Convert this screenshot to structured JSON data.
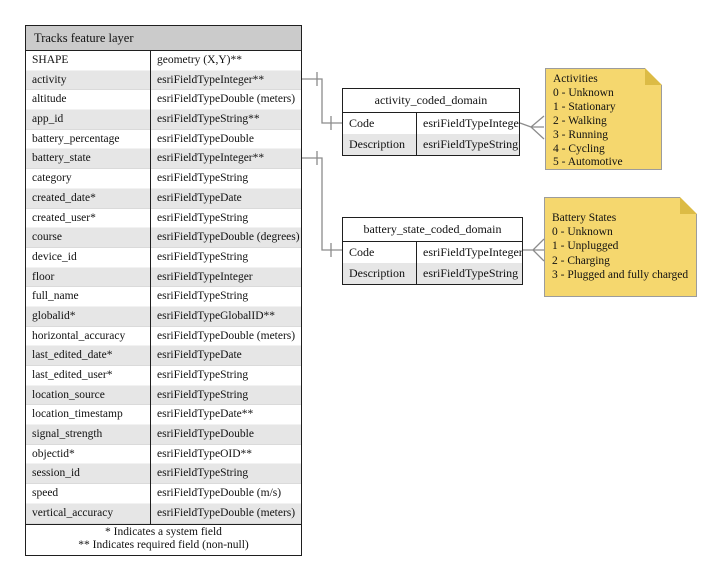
{
  "diagram": {
    "main_table": {
      "title": "Tracks feature layer",
      "rows": [
        {
          "field": "SHAPE",
          "type": "geometry (X,Y)**"
        },
        {
          "field": "activity",
          "type": "esriFieldTypeInteger**"
        },
        {
          "field": "altitude",
          "type": "esriFieldTypeDouble (meters)"
        },
        {
          "field": "app_id",
          "type": "esriFieldTypeString**"
        },
        {
          "field": "battery_percentage",
          "type": "esriFieldTypeDouble"
        },
        {
          "field": "battery_state",
          "type": "esriFieldTypeInteger**"
        },
        {
          "field": "category",
          "type": "esriFieldTypeString"
        },
        {
          "field": "created_date*",
          "type": "esriFieldTypeDate"
        },
        {
          "field": "created_user*",
          "type": "esriFieldTypeString"
        },
        {
          "field": "course",
          "type": "esriFieldTypeDouble (degrees)"
        },
        {
          "field": "device_id",
          "type": "esriFieldTypeString"
        },
        {
          "field": "floor",
          "type": "esriFieldTypeInteger"
        },
        {
          "field": "full_name",
          "type": "esriFieldTypeString"
        },
        {
          "field": "globalid*",
          "type": "esriFieldTypeGlobalID**"
        },
        {
          "field": "horizontal_accuracy",
          "type": "esriFieldTypeDouble (meters)"
        },
        {
          "field": "last_edited_date*",
          "type": "esriFieldTypeDate"
        },
        {
          "field": "last_edited_user*",
          "type": "esriFieldTypeString"
        },
        {
          "field": "location_source",
          "type": "esriFieldTypeString"
        },
        {
          "field": "location_timestamp",
          "type": "esriFieldTypeDate**"
        },
        {
          "field": "signal_strength",
          "type": "esriFieldTypeDouble"
        },
        {
          "field": "objectid*",
          "type": "esriFieldTypeOID**"
        },
        {
          "field": "session_id",
          "type": "esriFieldTypeString"
        },
        {
          "field": "speed",
          "type": "esriFieldTypeDouble (m/s)"
        },
        {
          "field": "vertical_accuracy",
          "type": "esriFieldTypeDouble (meters)"
        }
      ],
      "footnotes": [
        "* Indicates a system field",
        "** Indicates required field (non-null)"
      ]
    },
    "activity_domain": {
      "title": "activity_coded_domain",
      "rows": [
        {
          "field": "Code",
          "type": "esriFieldTypeInteger"
        },
        {
          "field": "Description",
          "type": "esriFieldTypeString"
        }
      ]
    },
    "battery_domain": {
      "title": "battery_state_coded_domain",
      "rows": [
        {
          "field": "Code",
          "type": "esriFieldTypeInteger"
        },
        {
          "field": "Description",
          "type": "esriFieldTypeString"
        }
      ]
    },
    "notes": {
      "activities": {
        "title": "Activities",
        "items": [
          "0 - Unknown",
          "1 - Stationary",
          "2 - Walking",
          "3 - Running",
          "4 - Cycling",
          "5 - Automotive"
        ]
      },
      "battery_states": {
        "title": "Battery States",
        "items": [
          "0 - Unknown",
          "1 - Unplugged",
          "2 - Charging",
          "3 - Plugged and fully charged"
        ]
      }
    },
    "colors": {
      "header_bg": "#cbcbcb",
      "row_alt_bg": "#e6e6e6",
      "note_bg": "#f5d76e",
      "note_fold": "#dcbb45",
      "connector": "#8c8c8c"
    }
  }
}
